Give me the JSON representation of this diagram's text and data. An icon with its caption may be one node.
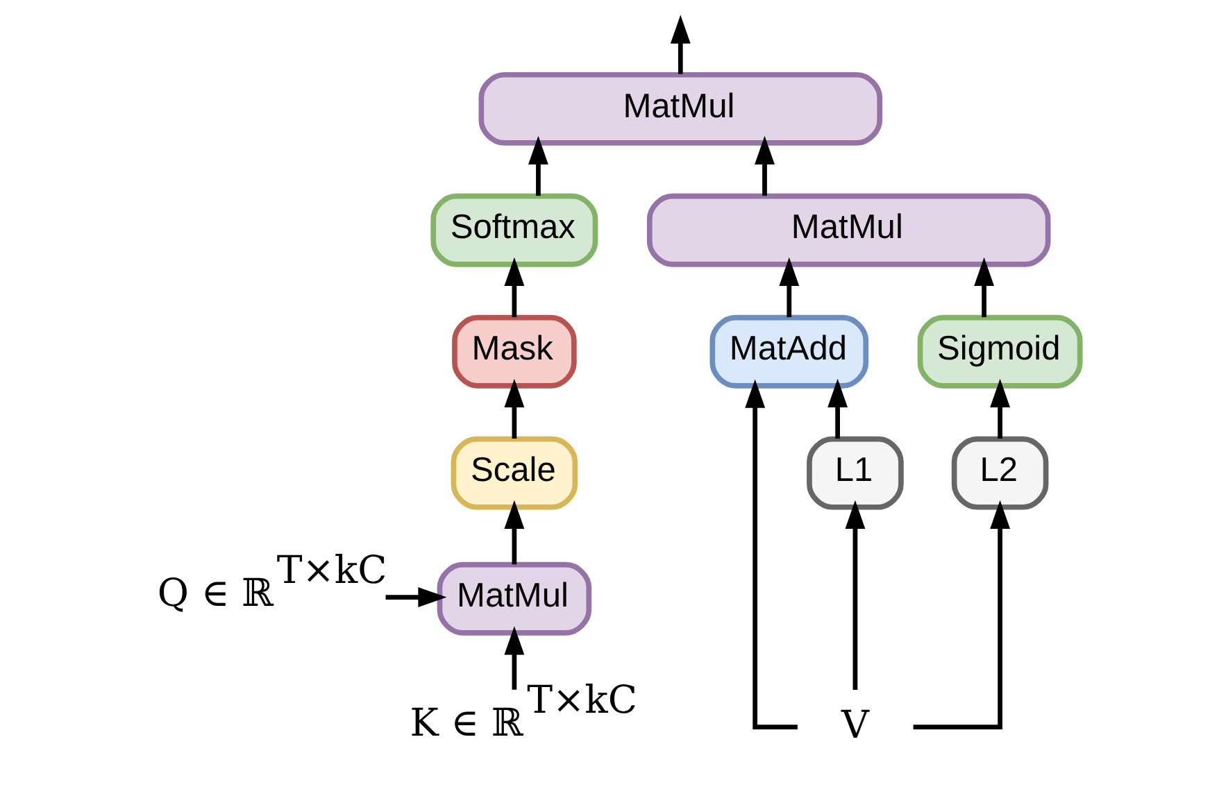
{
  "diagram": {
    "nodes": [
      {
        "text": [
          "MatMul"
        ]
      },
      {
        "text": [
          "Softmax"
        ]
      },
      {
        "text": [
          "MatMul"
        ]
      },
      {
        "text": [
          "Mask"
        ]
      },
      {
        "text": [
          "MatAdd"
        ]
      },
      {
        "text": [
          "Sigmoid"
        ]
      },
      {
        "text": [
          "Scale"
        ]
      },
      {
        "text": [
          "L1"
        ]
      },
      {
        "text": [
          "L2"
        ]
      },
      {
        "text": [
          "Q ∈ ℝ$^{T×kC}$"
        ]
      },
      {
        "text": [
          "MatMul"
        ]
      },
      {
        "text": [
          "K ∈ ℝ$^{T×kC}$"
        ]
      },
      {
        "text": [
          "V"
        ]
      }
    ],
    "edges": [
      {
        "from": 0,
        "to": null,
        "arrow": "to"
      },
      {
        "from": 1,
        "to": 0,
        "arrow": "to"
      },
      {
        "from": 2,
        "to": 0,
        "arrow": "to"
      },
      {
        "from": 3,
        "to": 1,
        "arrow": "to"
      },
      {
        "from": 4,
        "to": 2,
        "arrow": "to"
      },
      {
        "from": 5,
        "to": 2,
        "arrow": "to"
      },
      {
        "from": 6,
        "to": 3,
        "arrow": "to"
      },
      {
        "from": 10,
        "to": 6,
        "arrow": "to"
      },
      {
        "from": 9,
        "to": 10,
        "arrow": "to"
      },
      {
        "from": 11,
        "to": 10,
        "arrow": "to"
      },
      {
        "from": 7,
        "to": 4,
        "arrow": "to"
      },
      {
        "from": 8,
        "to": 5,
        "arrow": "to"
      },
      {
        "from": 12,
        "to": 4,
        "arrow": "to"
      },
      {
        "from": 12,
        "to": 7,
        "arrow": "to"
      },
      {
        "from": 12,
        "to": 8,
        "arrow": "to"
      }
    ]
  }
}
